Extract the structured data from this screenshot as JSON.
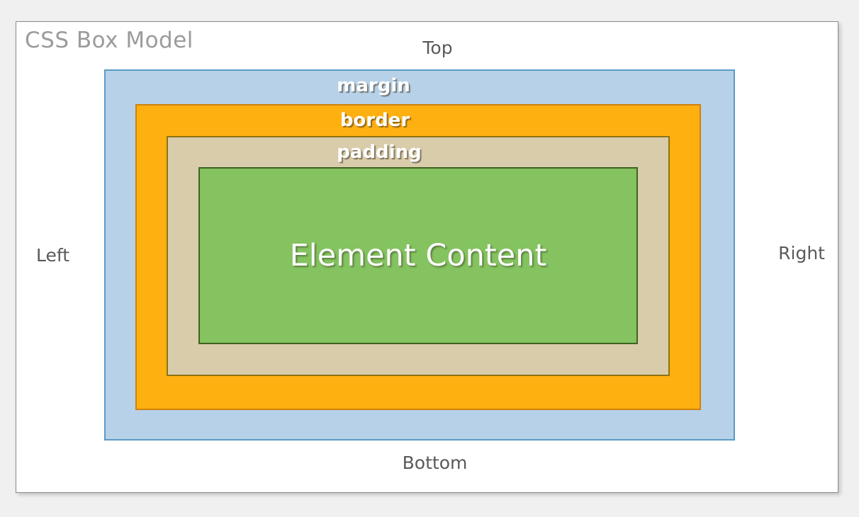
{
  "diagram": {
    "title": "CSS Box Model",
    "direction_labels": {
      "top": "Top",
      "right": "Right",
      "bottom": "Bottom",
      "left": "Left"
    },
    "boxes": {
      "margin": {
        "label": "margin",
        "fill_color": "#b6d1e8",
        "border_color": "#5b9bc4"
      },
      "border": {
        "label": "border",
        "fill_color": "#ffb011",
        "border_color": "#cf8209"
      },
      "padding": {
        "label": "padding",
        "fill_color": "#d9ccab",
        "border_color": "#8e7213"
      },
      "content": {
        "label": "Element Content",
        "fill_color": "#84c35f",
        "border_color": "#3f6320"
      }
    },
    "title_color": "#9b9b9b",
    "direction_label_color": "#5a5a5a",
    "page_background": "#f0f0f0",
    "card_background": "#ffffff"
  }
}
